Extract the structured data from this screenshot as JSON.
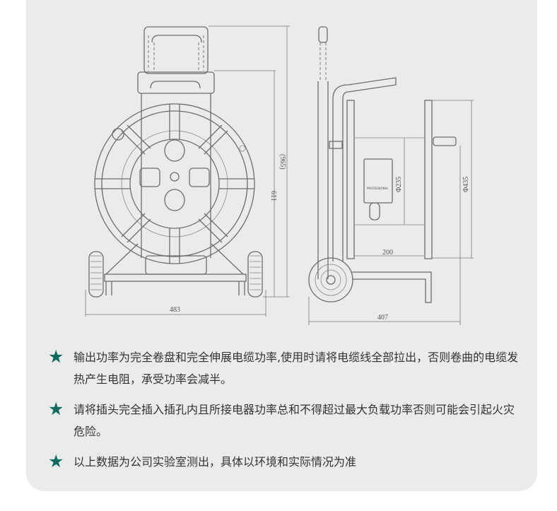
{
  "drawing": {
    "front_width": "483",
    "front_height": "611",
    "total_height": "(965)",
    "side_depth": "407",
    "drum_width": "200",
    "drum_diameter": "Φ235",
    "flange_diameter": "Φ435",
    "label_plate": "PROFESSIONAL"
  },
  "notes": [
    {
      "icon": "star-icon",
      "text": "输出功率为完全卷盘和完全伸展电缆功率,使用时请将电缆线全部拉出，否则卷曲的电缆发热产生电阻，承受功率会减半。"
    },
    {
      "icon": "star-icon",
      "text": "请将插头完全插入插孔内且所接电器功率总和不得超过最大负载功率否则可能会引起火灾危险。"
    },
    {
      "icon": "star-icon",
      "text": "以上数据为公司实验室测出，具体以环境和实际情况为准"
    }
  ],
  "colors": {
    "star": "#0e6b5f",
    "panel": "#ebebeb"
  }
}
